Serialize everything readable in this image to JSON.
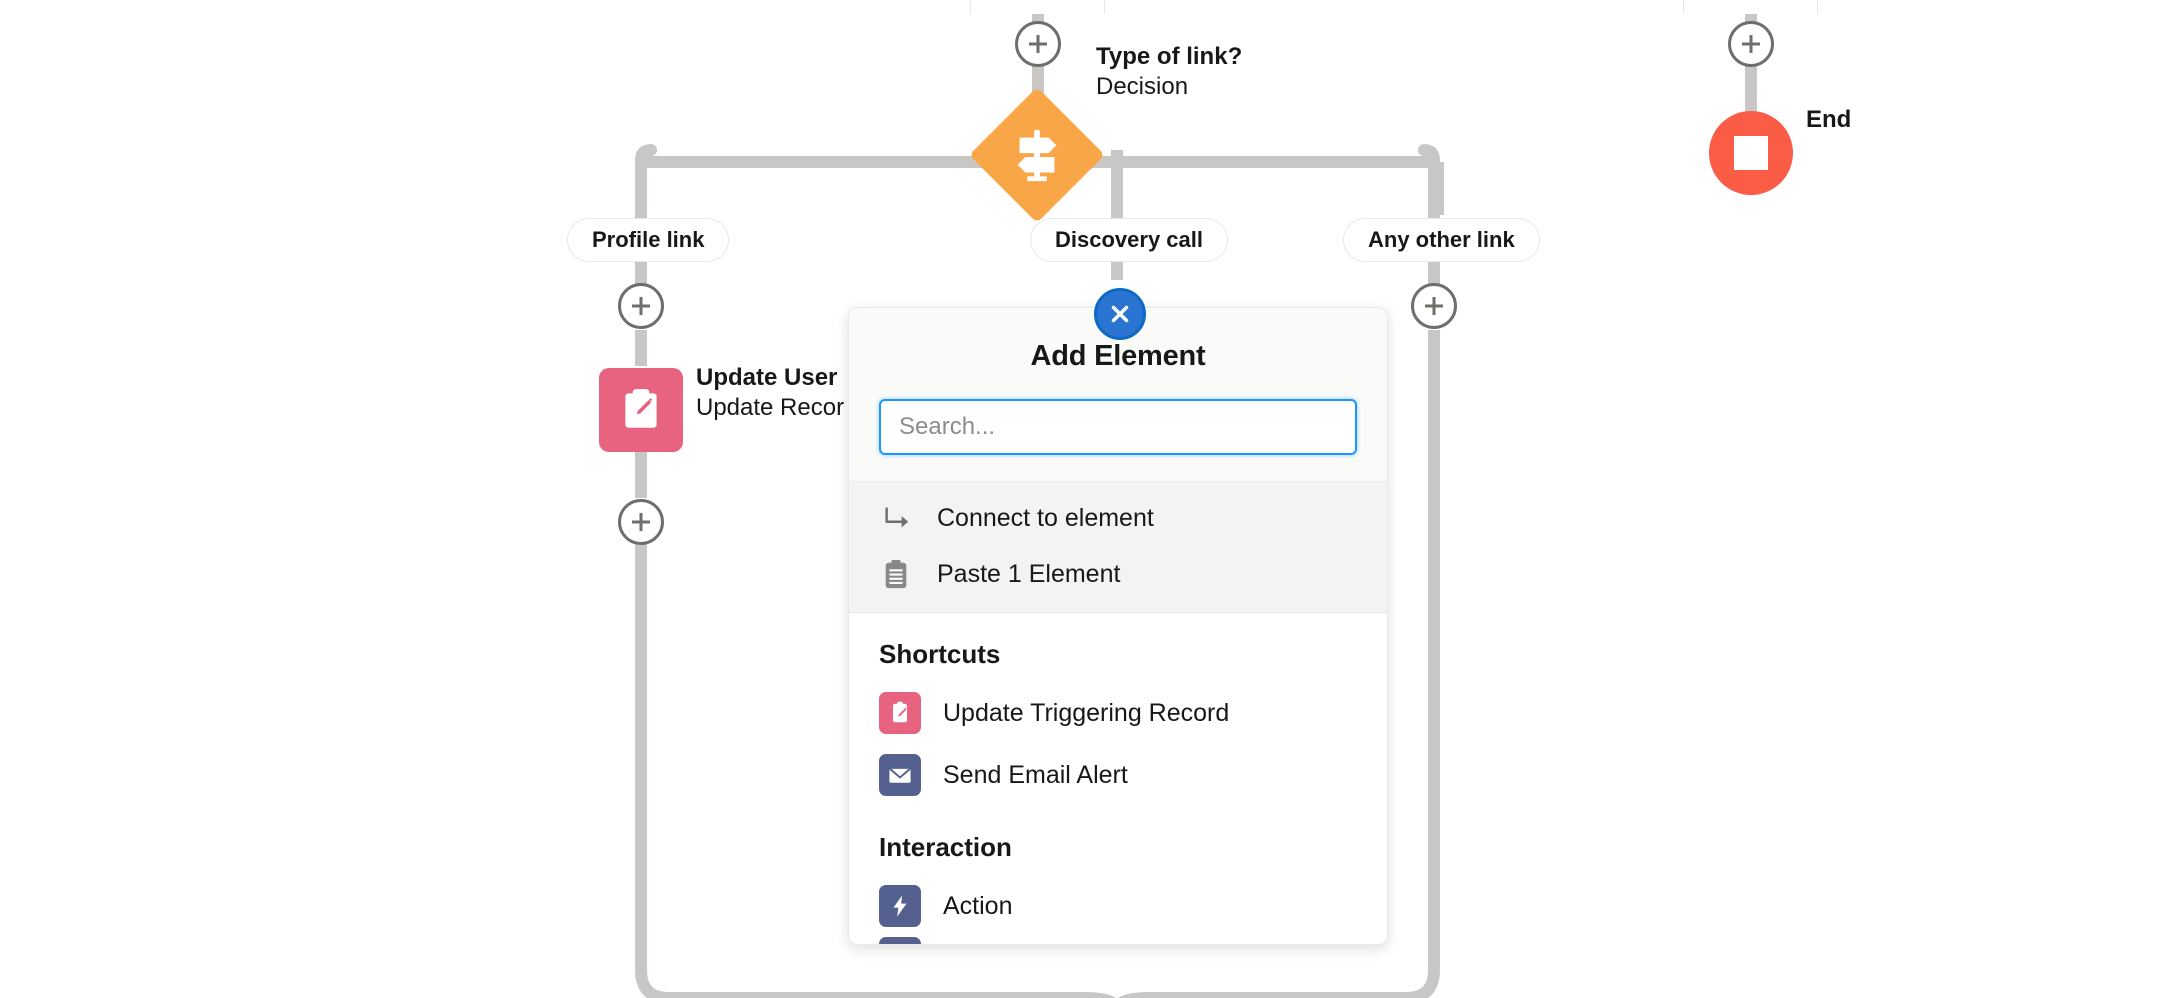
{
  "flow": {
    "decision": {
      "title": "Type of link?",
      "subtitle": "Decision",
      "icon": "signpost-icon"
    },
    "branches": [
      {
        "label": "Profile link"
      },
      {
        "label": "Discovery call"
      },
      {
        "label": "Any other link"
      }
    ],
    "record_node": {
      "title": "Update User",
      "subtitle": "Update Recor",
      "icon": "clipboard-pencil-icon"
    },
    "end_node": {
      "label": "End",
      "icon": "stop-square-icon"
    },
    "add_buttons_label": "Add element"
  },
  "panel": {
    "title": "Add Element",
    "close_label": "Close",
    "search": {
      "placeholder": "Search...",
      "value": ""
    },
    "quick_actions": [
      {
        "label": "Connect to element",
        "icon": "arrow-turn-down-right-icon"
      },
      {
        "label": "Paste 1 Element",
        "icon": "clipboard-icon"
      }
    ],
    "sections": [
      {
        "heading": "Shortcuts",
        "items": [
          {
            "label": "Update Triggering Record",
            "icon": "clipboard-pencil-icon",
            "color": "#e8637f"
          },
          {
            "label": "Send Email Alert",
            "icon": "envelope-icon",
            "color": "#546190"
          }
        ]
      },
      {
        "heading": "Interaction",
        "items": [
          {
            "label": "Action",
            "icon": "lightning-bolt-icon",
            "color": "#546190"
          }
        ]
      }
    ]
  },
  "colors": {
    "decision": "#f9a649",
    "end": "#fa5c46",
    "record": "#e8637f",
    "accent": "#1b96ff",
    "close": "#2a74d4",
    "wire": "#c9c7c5",
    "plus_stroke": "#706e6b"
  }
}
